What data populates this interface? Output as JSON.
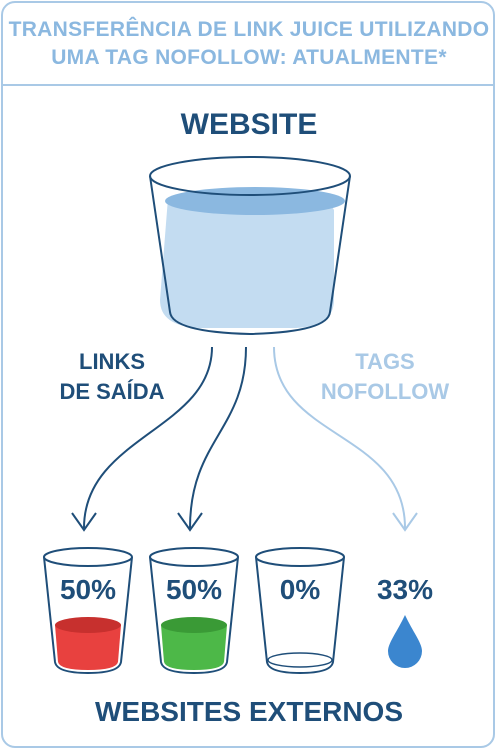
{
  "header": {
    "title_line1": "TRANSFERÊNCIA DE LINK JUICE UTILIZANDO",
    "title_line2": "UMA TAG NOFOLLOW: ATUALMENTE*"
  },
  "source": {
    "label": "WEBSITE"
  },
  "labels": {
    "outbound_line1": "LINKS",
    "outbound_line2": "DE SAÍDA",
    "nofollow_line1": "TAGS",
    "nofollow_line2": "NOFOLLOW"
  },
  "targets": [
    {
      "percent": "50%",
      "color": "#e8413f"
    },
    {
      "percent": "50%",
      "color": "#4db848"
    },
    {
      "percent": "0%",
      "color": "#ffffff"
    },
    {
      "percent": "33%",
      "color": "#3b86cf"
    }
  ],
  "footer": {
    "label": "WEBSITES EXTERNOS"
  },
  "colors": {
    "dark": "#1f4e79",
    "light": "#a9c9e6",
    "water": "#c3dcf1"
  }
}
